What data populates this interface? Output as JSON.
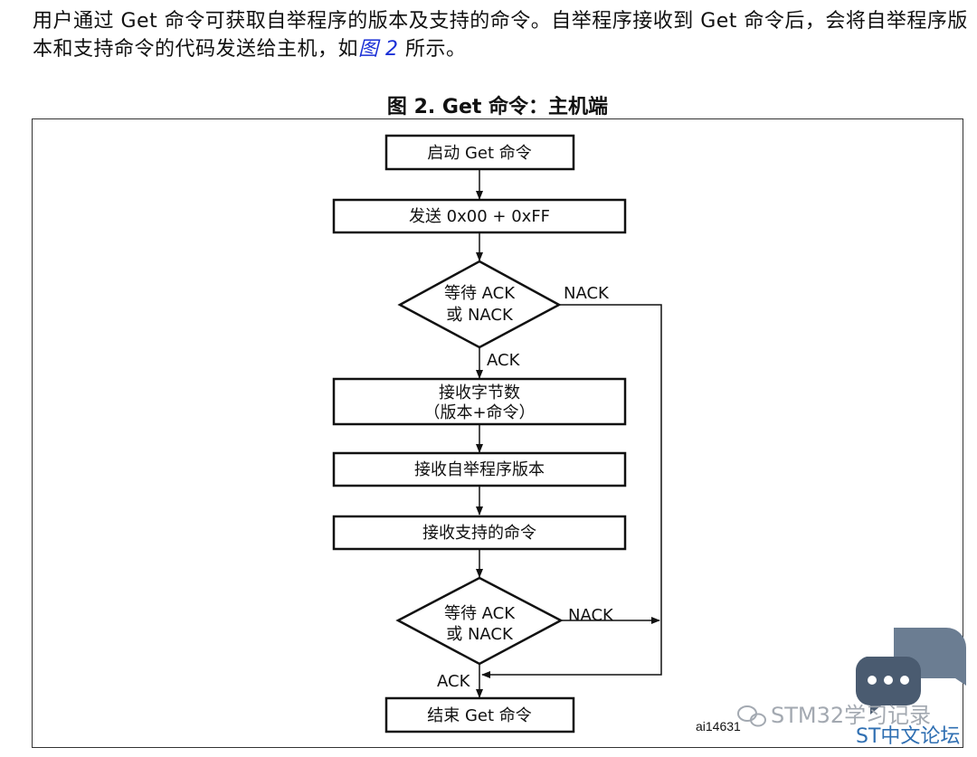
{
  "paragraph": {
    "part1": "用户通过 Get 命令可获取自举程序的版本及支持的命令。自举程序接收到 Get 命令后，会将自举程序版本和支持命令的代码发送给主机，如",
    "link": "图 2",
    "part2": " 所示。"
  },
  "figure": {
    "title": "图 2. Get 命令：主机端",
    "nodes": {
      "start": "启动 Get 命令",
      "send": "发送 0x00 + 0xFF",
      "wait1_line1": "等待 ACK",
      "wait1_line2": "或 NACK",
      "recv_count_line1": "接收字节数",
      "recv_count_line2": "（版本+命令）",
      "recv_version": "接收自举程序版本",
      "recv_cmds": "接收支持的命令",
      "wait2_line1": "等待 ACK",
      "wait2_line2": "或 NACK",
      "end": "结束 Get 命令"
    },
    "edges": {
      "nack1": "NACK",
      "ack1": "ACK",
      "nack2": "NACK",
      "ack2": "ACK"
    },
    "figure_id": "ai14631"
  },
  "watermark": {
    "text1": "STM32学习记录",
    "text2": "ST中文论坛",
    "bubble_color": "#4a5b70",
    "bubble_color_back": "#6b7d92"
  }
}
